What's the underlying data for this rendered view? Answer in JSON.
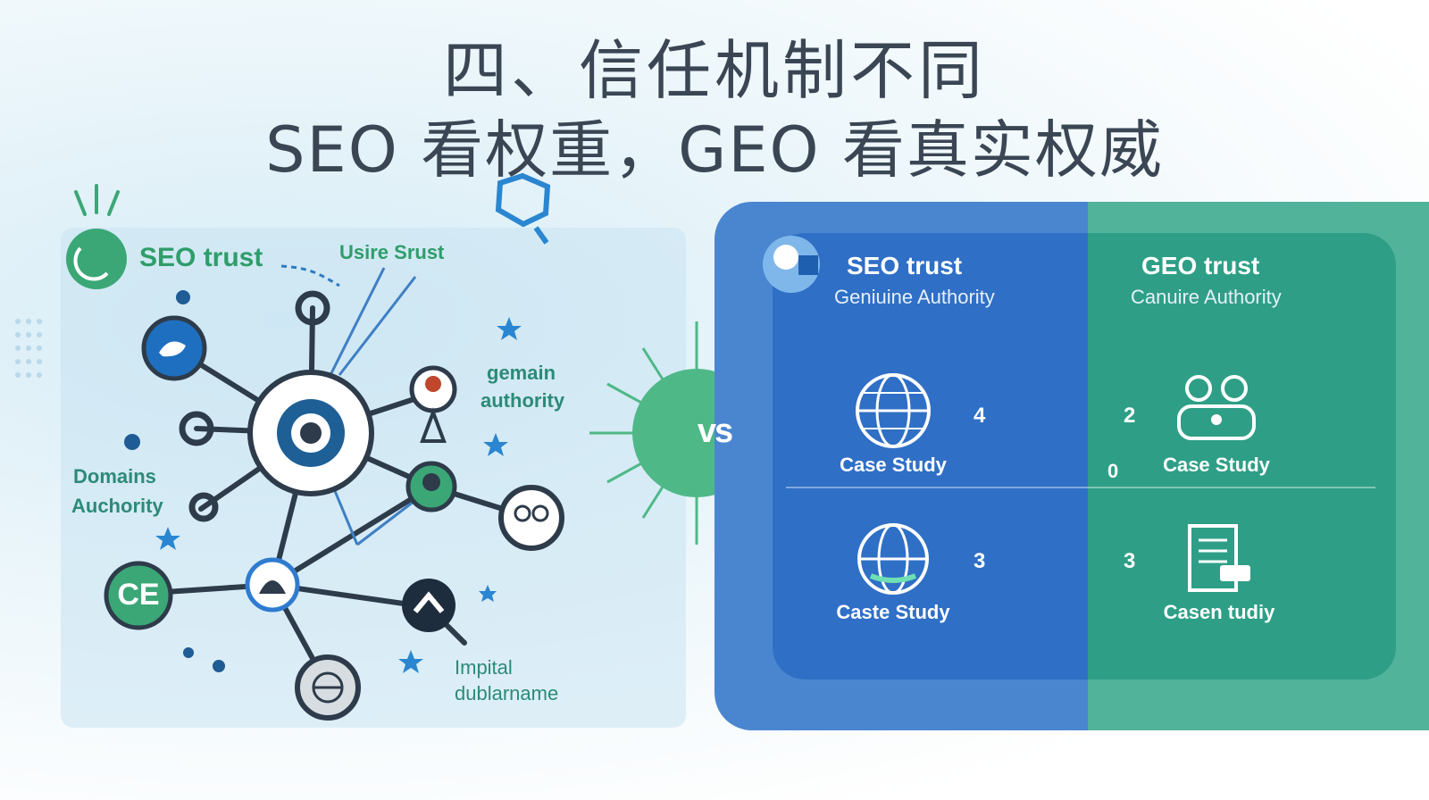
{
  "title": {
    "line1": "四、信任机制不同",
    "line2": "SEO 看权重，GEO 看真实权威"
  },
  "left_diagram": {
    "seo_trust": "SEO trust",
    "usire_srust": "Usire Srust",
    "gemain_line1": "gemain",
    "gemain_line2": "authority",
    "domains_line1": "Domains",
    "domains_line2": "Auchority",
    "ce_badge": "CE",
    "impital_line1": "Impital",
    "impital_line2": "dublarname"
  },
  "vs_label": "vs",
  "comparison": {
    "left": {
      "heading": "SEO trust",
      "sub": "Geniuine Authority",
      "items": [
        {
          "label": "Case Study",
          "number": "4"
        },
        {
          "label": "Caste Study",
          "number": "3"
        }
      ]
    },
    "right": {
      "heading": "GEO trust",
      "sub": "Canuire Authority",
      "items": [
        {
          "label": "Case Study",
          "number": "2"
        },
        {
          "label": "Casen tudiy",
          "number": "3"
        }
      ]
    },
    "center_number": "0"
  },
  "colors": {
    "seo_blue": "#2f6fc6",
    "geo_green": "#2e9f86",
    "vs_green": "#4fb887",
    "title_gray": "#3a4654"
  }
}
